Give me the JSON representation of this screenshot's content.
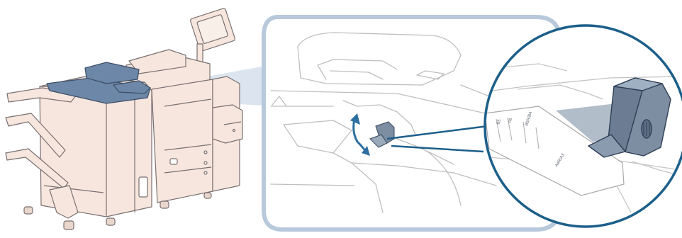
{
  "colors": {
    "machine_fill": "#f6e6de",
    "machine_stroke": "#7a7070",
    "tray_highlight": "#6d87a8",
    "callout_frame": "#b7c9db",
    "magnify_ring": "#1c5f8a",
    "guide_part": "#7d8ea3"
  },
  "labels": {
    "size_b5": "B5",
    "size_a5": "A5",
    "size_b5r_b4": "B5R/B4",
    "size_a4r_a3": "A4R/A3"
  },
  "icons": {
    "adjust_arrows": "double-curved-arrow-icon"
  }
}
